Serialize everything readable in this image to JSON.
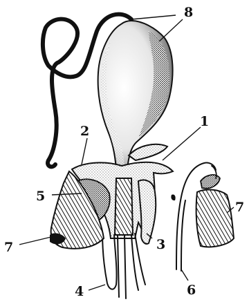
{
  "figure": {
    "parts": [
      {
        "id": "stigma",
        "number": "1"
      },
      {
        "id": "anther-wall",
        "number": "2"
      },
      {
        "id": "filament",
        "number": "3"
      },
      {
        "id": "style-base",
        "number": "4"
      },
      {
        "id": "pollen-mass",
        "number": "5"
      },
      {
        "id": "stalk",
        "number": "6"
      },
      {
        "id": "pollinium",
        "number": "7"
      },
      {
        "id": "ovary-tube",
        "number": "8"
      }
    ]
  }
}
